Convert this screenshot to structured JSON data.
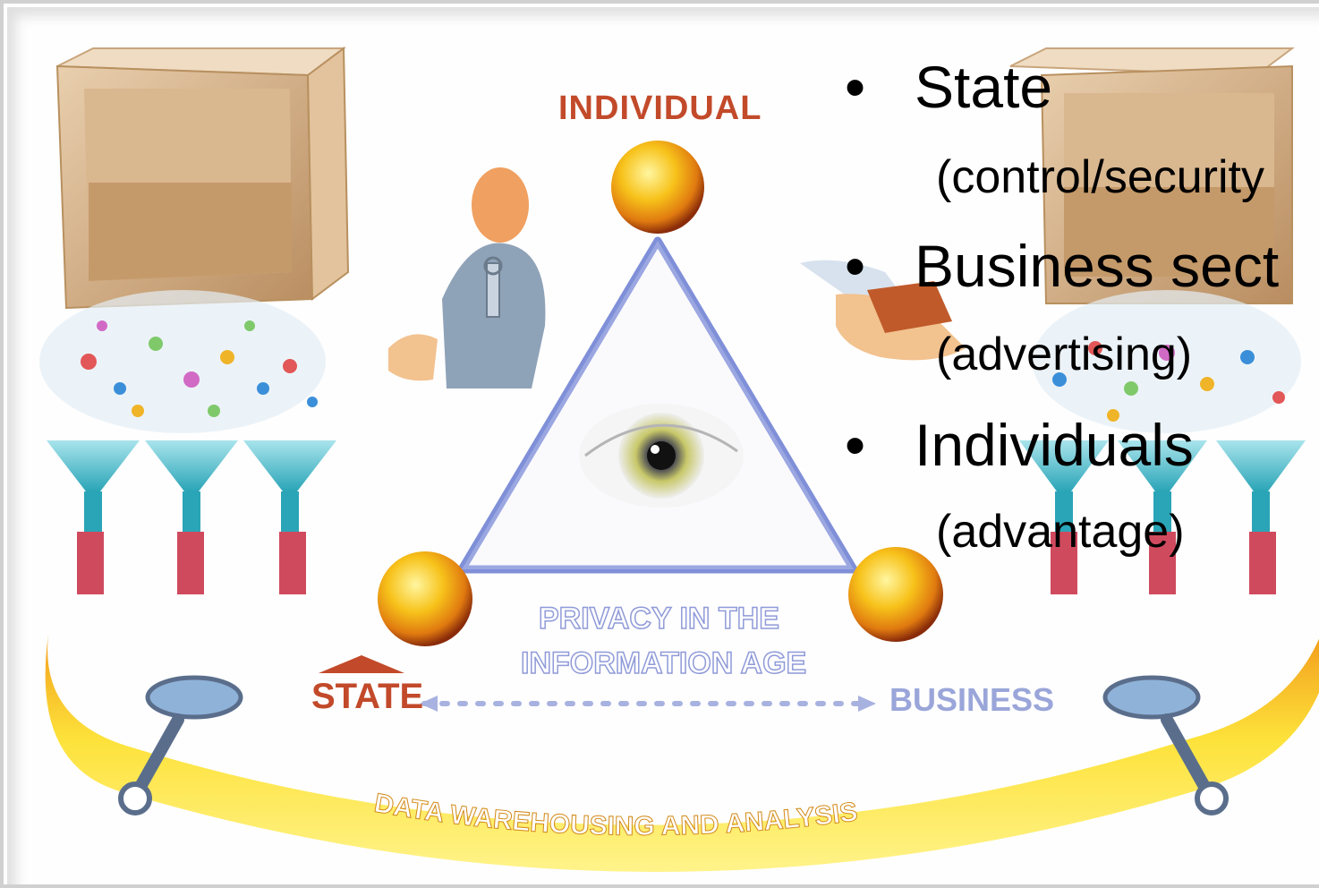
{
  "diagram": {
    "top_label": "INDIVIDUAL",
    "left_label": "STATE",
    "right_label": "BUSINESS",
    "center_title_line1": "PRIVACY IN THE",
    "center_title_line2": "INFORMATION AGE",
    "arc_label": "DATA WAREHOUSING AND ANALYSIS"
  },
  "bullets": [
    {
      "title": "State",
      "note": "(control/security"
    },
    {
      "title": "Business sect",
      "note": "(advertising)"
    },
    {
      "title": "Individuals",
      "note": "(advantage)"
    }
  ],
  "colors": {
    "triangle": "#7f8fd8",
    "arc_outer": "#f2a21b",
    "arc_inner": "#fde23a",
    "ball": "#f7c21a",
    "funnel": "#37b5c4",
    "box": "#d8b28a",
    "label_orange": "#c24a2a",
    "label_blue": "#9aa6d9"
  }
}
